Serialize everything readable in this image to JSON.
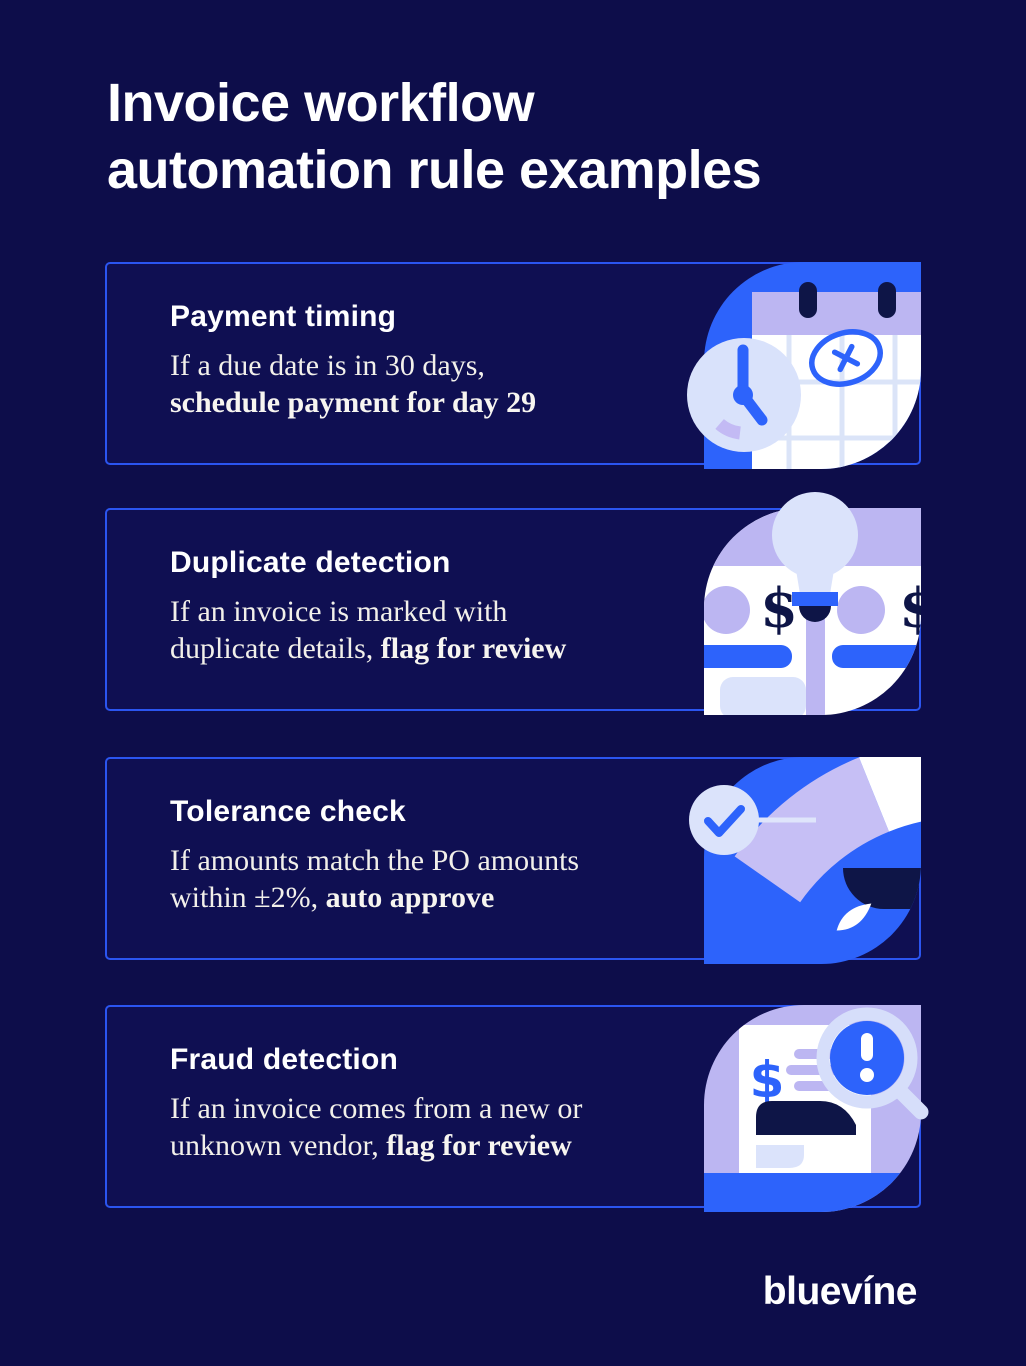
{
  "page": {
    "title_line1": "Invoice workflow",
    "title_line2": "automation rule examples",
    "brand": "bluevíne",
    "colors": {
      "background": "#0d0d4a",
      "card_background": "#0f0f52",
      "card_border": "#2b55f0",
      "accent_blue": "#2d63fb",
      "lavender": "#bcb6f2",
      "periwinkle": "#d9e2fb",
      "ink_navy": "#0e1547",
      "heading_text": "#ffffff",
      "body_text": "#f2f0ea"
    }
  },
  "cards": [
    {
      "title": "Payment timing",
      "body_line1": "If a due date is in 30 days,",
      "body_line2_regular": "",
      "body_line2_bold": "schedule payment for day 29",
      "illustration": "calendar-with-clock"
    },
    {
      "title": "Duplicate detection",
      "body_line1": "If an invoice is marked with",
      "body_line2_regular": "duplicate details, ",
      "body_line2_bold": "flag for review",
      "illustration": "duplicate-invoices-lightbulb"
    },
    {
      "title": "Tolerance check",
      "body_line1": "If amounts match the PO amounts",
      "body_line2_regular": "within ±2%, ",
      "body_line2_bold": "auto approve",
      "illustration": "gauge-with-checkmark"
    },
    {
      "title": "Fraud detection",
      "body_line1": "If an invoice comes from a new or",
      "body_line2_regular": "unknown vendor, ",
      "body_line2_bold": "flag for review",
      "illustration": "invoice-magnifier-alert"
    }
  ],
  "glyphs": {
    "dollar": "$"
  }
}
